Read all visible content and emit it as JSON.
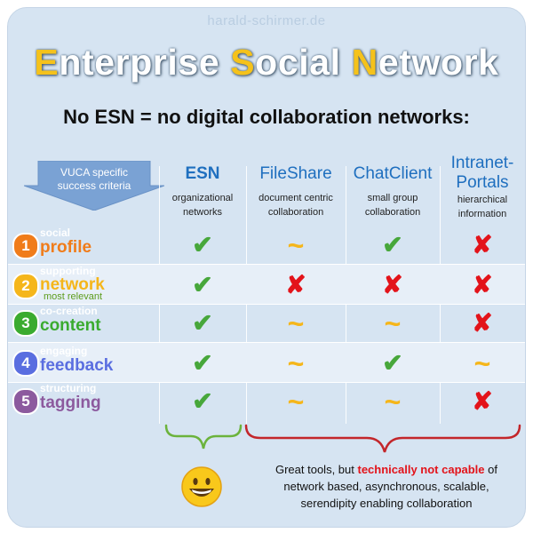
{
  "watermark": "harald-schirmer.de",
  "title": {
    "segments": [
      {
        "initial": "E",
        "rest": "nterprise "
      },
      {
        "initial": "S",
        "rest": "ocial "
      },
      {
        "initial": "N",
        "rest": "etwork"
      }
    ]
  },
  "subtitle": "No ESN = no digital collaboration networks:",
  "criteria_label": {
    "line1": "VUCA specific",
    "line2": "success criteria"
  },
  "columns": [
    {
      "name": "ESN",
      "desc1": "organizational",
      "desc2": "networks"
    },
    {
      "name": "FileShare",
      "desc1": "document centric",
      "desc2": "collaboration"
    },
    {
      "name": "ChatClient",
      "desc1": "small group",
      "desc2": "collaboration"
    },
    {
      "name1": "Intranet-",
      "name2": "Portals",
      "desc1": "hierarchical",
      "desc2": "information"
    }
  ],
  "rows": [
    {
      "num": "1",
      "small": "social",
      "big": "profile",
      "color": "#f07c1a",
      "marks": [
        "check",
        "tilde",
        "check",
        "cross"
      ]
    },
    {
      "num": "2",
      "small": "supporting",
      "big": "network",
      "note": "most relevant",
      "color": "#f5b61b",
      "marks": [
        "check",
        "cross",
        "cross",
        "cross"
      ]
    },
    {
      "num": "3",
      "small": "co-creation",
      "big": "content",
      "color": "#3aab2f",
      "marks": [
        "check",
        "tilde",
        "tilde",
        "cross"
      ]
    },
    {
      "num": "4",
      "small": "engaging",
      "big": "feedback",
      "color": "#5a6ee0",
      "marks": [
        "check",
        "tilde",
        "check",
        "tilde"
      ]
    },
    {
      "num": "5",
      "small": "structuring",
      "big": "tagging",
      "color": "#8c5a9e",
      "marks": [
        "check",
        "tilde",
        "tilde",
        "cross"
      ]
    }
  ],
  "colors": {
    "check": "#47a73b",
    "cross": "#e3131a",
    "tilde": "#f5b61b",
    "column_header": "#1f6fbf",
    "note": "#5c9c1c"
  },
  "bottom": {
    "part1": "Great tools, but ",
    "highlight": "technically not capable",
    "part2": " of",
    "line2": "network based, asynchronous, scalable,",
    "line3": "serendipity enabling collaboration"
  }
}
